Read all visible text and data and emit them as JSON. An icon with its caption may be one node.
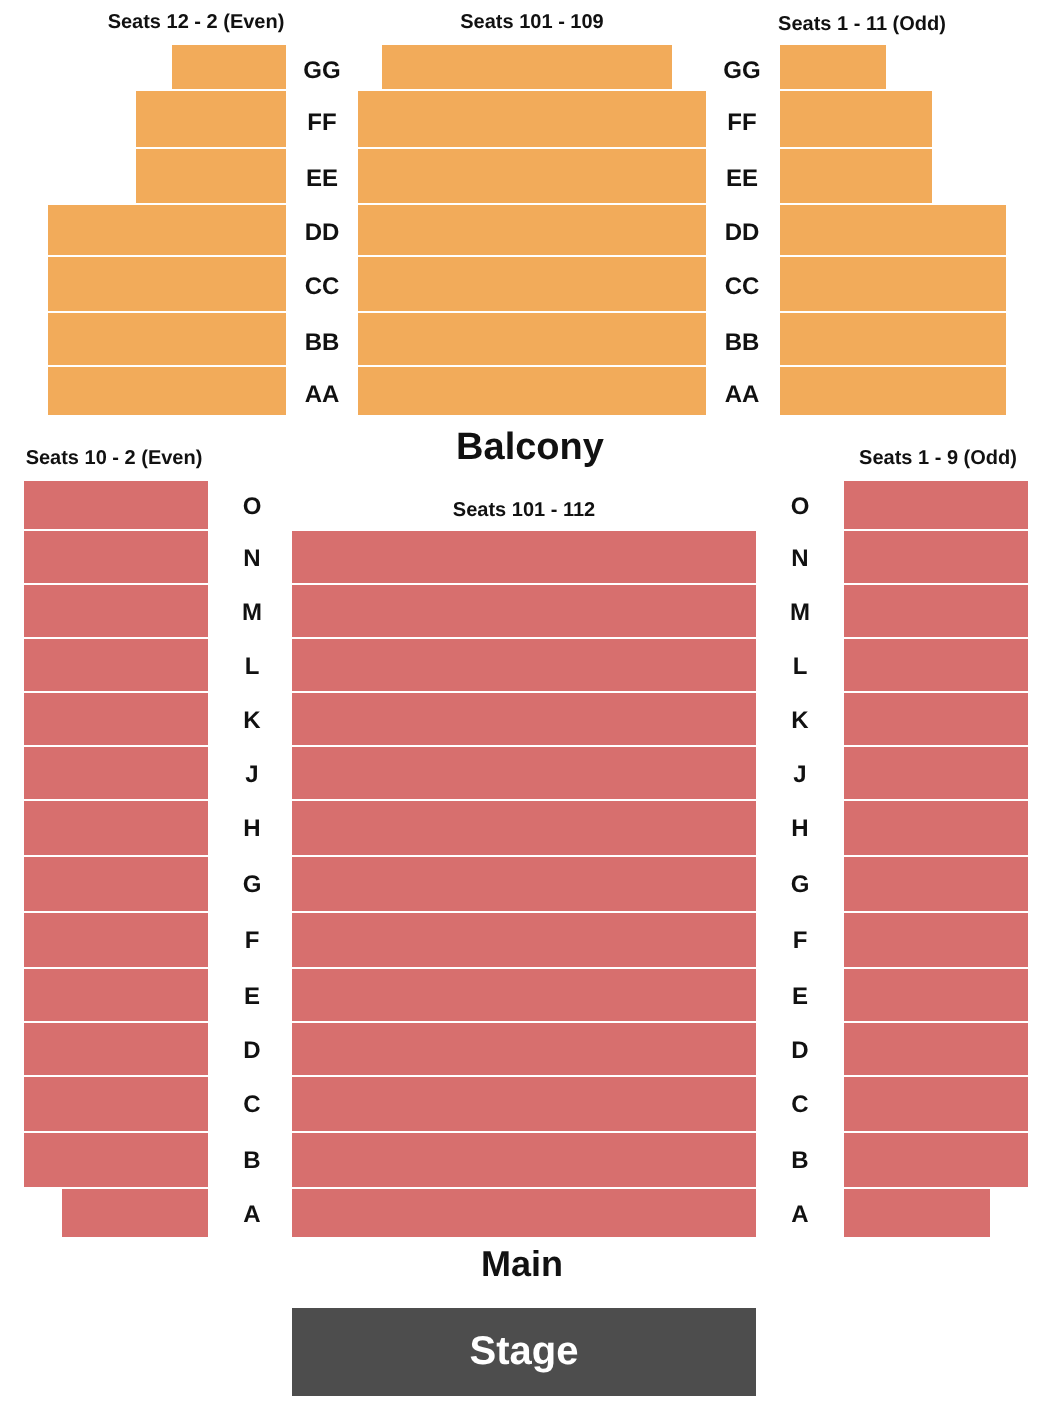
{
  "diagram": {
    "nodes": [
      {
        "text": [
          "Stage"
        ]
      }
    ],
    "edges": [],
    "labels": [
      "Seats 12 - 2 (Even)",
      "Seats 101 - 109",
      "Seats 1 - 11 (Odd)",
      "GG",
      "GG",
      "FF",
      "FF",
      "EE",
      "EE",
      "DD",
      "DD",
      "CC",
      "CC",
      "BB",
      "BB",
      "AA",
      "AA",
      "Balcony",
      "Seats 10 - 2 (Even)",
      "Seats 1 - 9 (Odd)",
      "O",
      "Seats 101 - 112",
      "O",
      "N",
      "N",
      "M",
      "M",
      "L",
      "L",
      "K",
      "K",
      "J",
      "J",
      "H",
      "H",
      "G",
      "G",
      "F",
      "F",
      "E",
      "E",
      "D",
      "D",
      "C",
      "C",
      "B",
      "B",
      "A",
      "A",
      "Main"
    ]
  }
}
